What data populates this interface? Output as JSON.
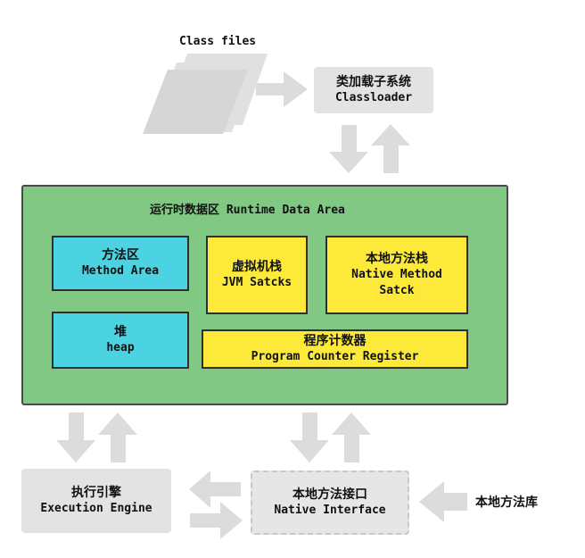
{
  "class_files": {
    "label": "Class files"
  },
  "classloader": {
    "title_cn": "类加载子系统",
    "title_en": "Classloader"
  },
  "runtime": {
    "title": "运行时数据区 Runtime Data Area"
  },
  "method_area": {
    "title_cn": "方法区",
    "title_en": "Method Area"
  },
  "jvm_stacks": {
    "title_cn": "虚拟机栈",
    "title_en": "JVM Satcks"
  },
  "native_stack": {
    "title_cn": "本地方法栈",
    "title_en_1": "Native Method",
    "title_en_2": "Satck"
  },
  "heap": {
    "title_cn": "堆",
    "title_en": "heap"
  },
  "pc_register": {
    "title_cn": "程序计数器",
    "title_en": "Program Counter Register"
  },
  "execution_engine": {
    "title_cn": "执行引擎",
    "title_en": "Execution Engine"
  },
  "native_interface": {
    "title_cn": "本地方法接口",
    "title_en": "Native Interface"
  },
  "native_library": {
    "label": "本地方法库"
  },
  "colors": {
    "gray_box": "#e3e3e3",
    "arrow": "#dcdcdc",
    "runtime_green": "#80c884",
    "cyan": "#4cd3e2",
    "yellow": "#fce93a"
  }
}
